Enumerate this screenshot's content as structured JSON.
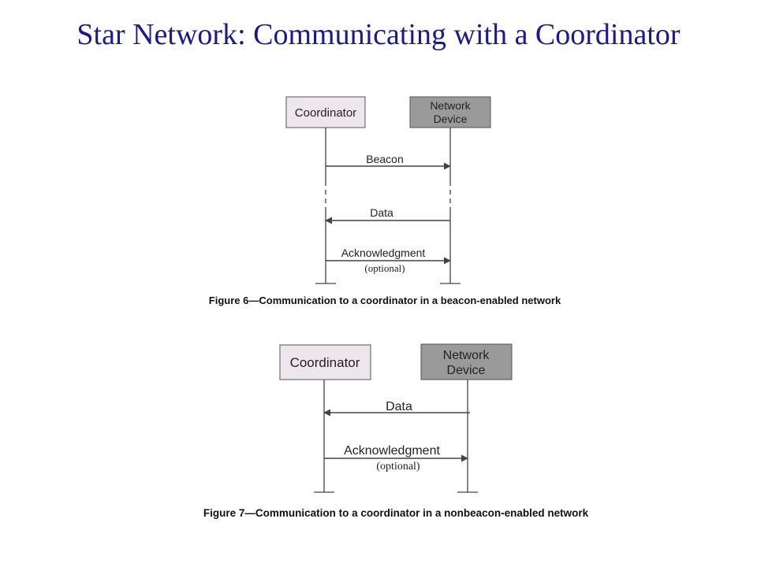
{
  "slide": {
    "title": "Star Network: Communicating with a Coordinator"
  },
  "colors": {
    "title": "#1a1a8c",
    "coordinator_fill": "#ede6ec",
    "device_fill": "#9a9a9a",
    "line": "#444444"
  },
  "figure6": {
    "coordinator_label": "Coordinator",
    "device_label_line1": "Network",
    "device_label_line2": "Device",
    "messages": [
      {
        "label": "Beacon",
        "direction": "to-device"
      },
      {
        "label": "Data",
        "direction": "to-coordinator"
      },
      {
        "label": "Acknowledgment",
        "direction": "to-device",
        "note": "(optional)"
      }
    ],
    "caption": "Figure 6—Communication to a coordinator in a beacon-enabled network"
  },
  "figure7": {
    "coordinator_label": "Coordinator",
    "device_label_line1": "Network",
    "device_label_line2": "Device",
    "messages": [
      {
        "label": "Data",
        "direction": "to-coordinator"
      },
      {
        "label": "Acknowledgment",
        "direction": "to-device",
        "note": "(optional)"
      }
    ],
    "caption": "Figure 7—Communication to a coordinator in a nonbeacon-enabled network"
  }
}
